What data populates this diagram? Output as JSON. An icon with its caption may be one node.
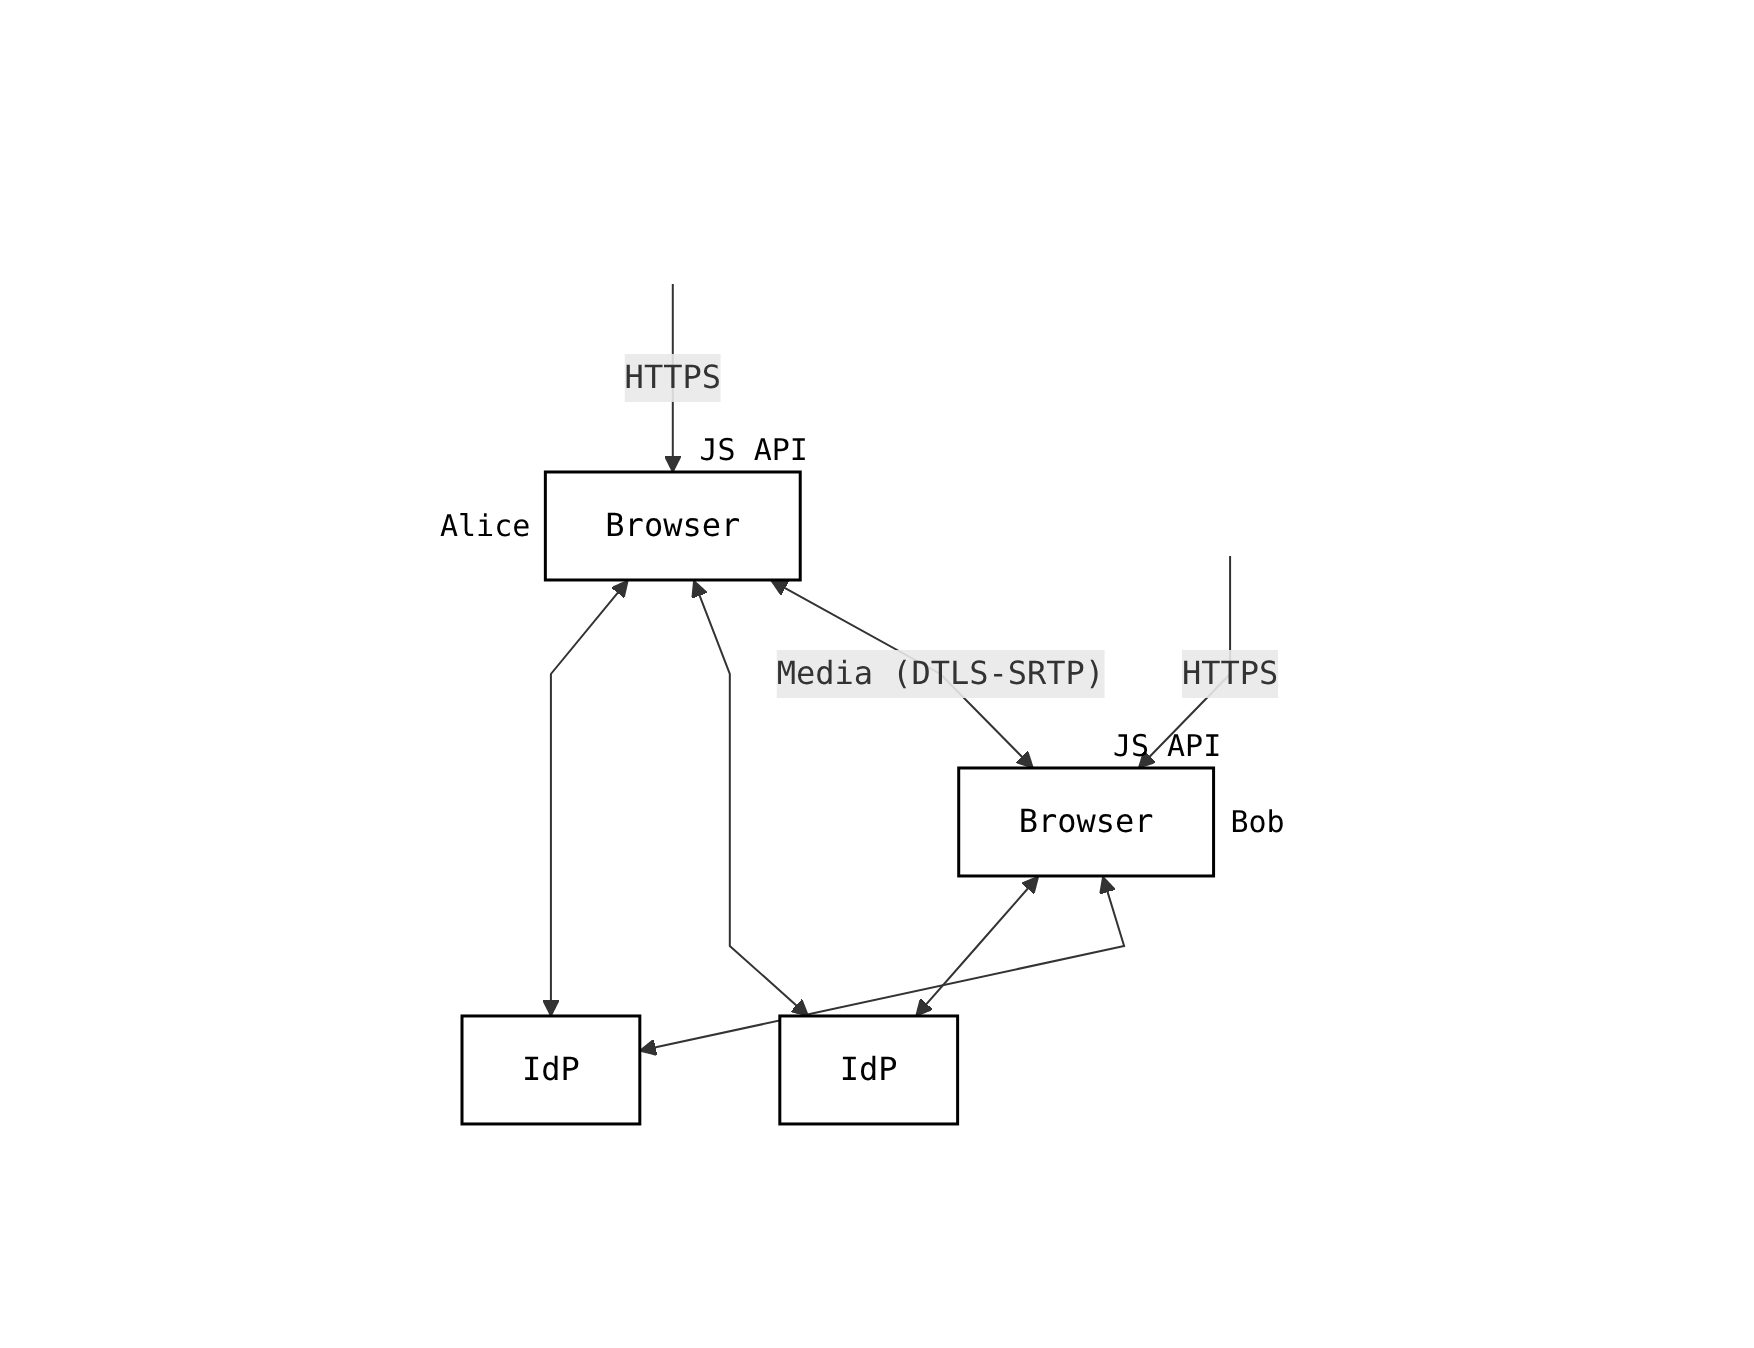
{
  "diagram": {
    "nodes": [
      {
        "text": [
          "Browser"
        ],
        "beside": [
          "JS API",
          "Alice"
        ]
      },
      {
        "text": [
          "Browser"
        ],
        "beside": [
          "JS API",
          "Bob"
        ]
      },
      {
        "text": [
          "IdP"
        ]
      },
      {
        "text": [
          "IdP"
        ]
      }
    ],
    "edges": [
      {
        "from": null,
        "to": 0,
        "arrow": "to",
        "label": "HTTPS"
      },
      {
        "from": null,
        "to": 1,
        "arrow": "to",
        "label": "HTTPS"
      },
      {
        "from": 0,
        "to": 1,
        "arrow": "both",
        "label": "Media (DTLS-SRTP)"
      },
      {
        "from": 0,
        "to": 2,
        "arrow": "both"
      },
      {
        "from": 1,
        "to": 3,
        "arrow": "both"
      },
      {
        "from": 1,
        "to": 2,
        "arrow": "both"
      },
      {
        "from": 0,
        "to": 3,
        "arrow": "both"
      }
    ]
  }
}
